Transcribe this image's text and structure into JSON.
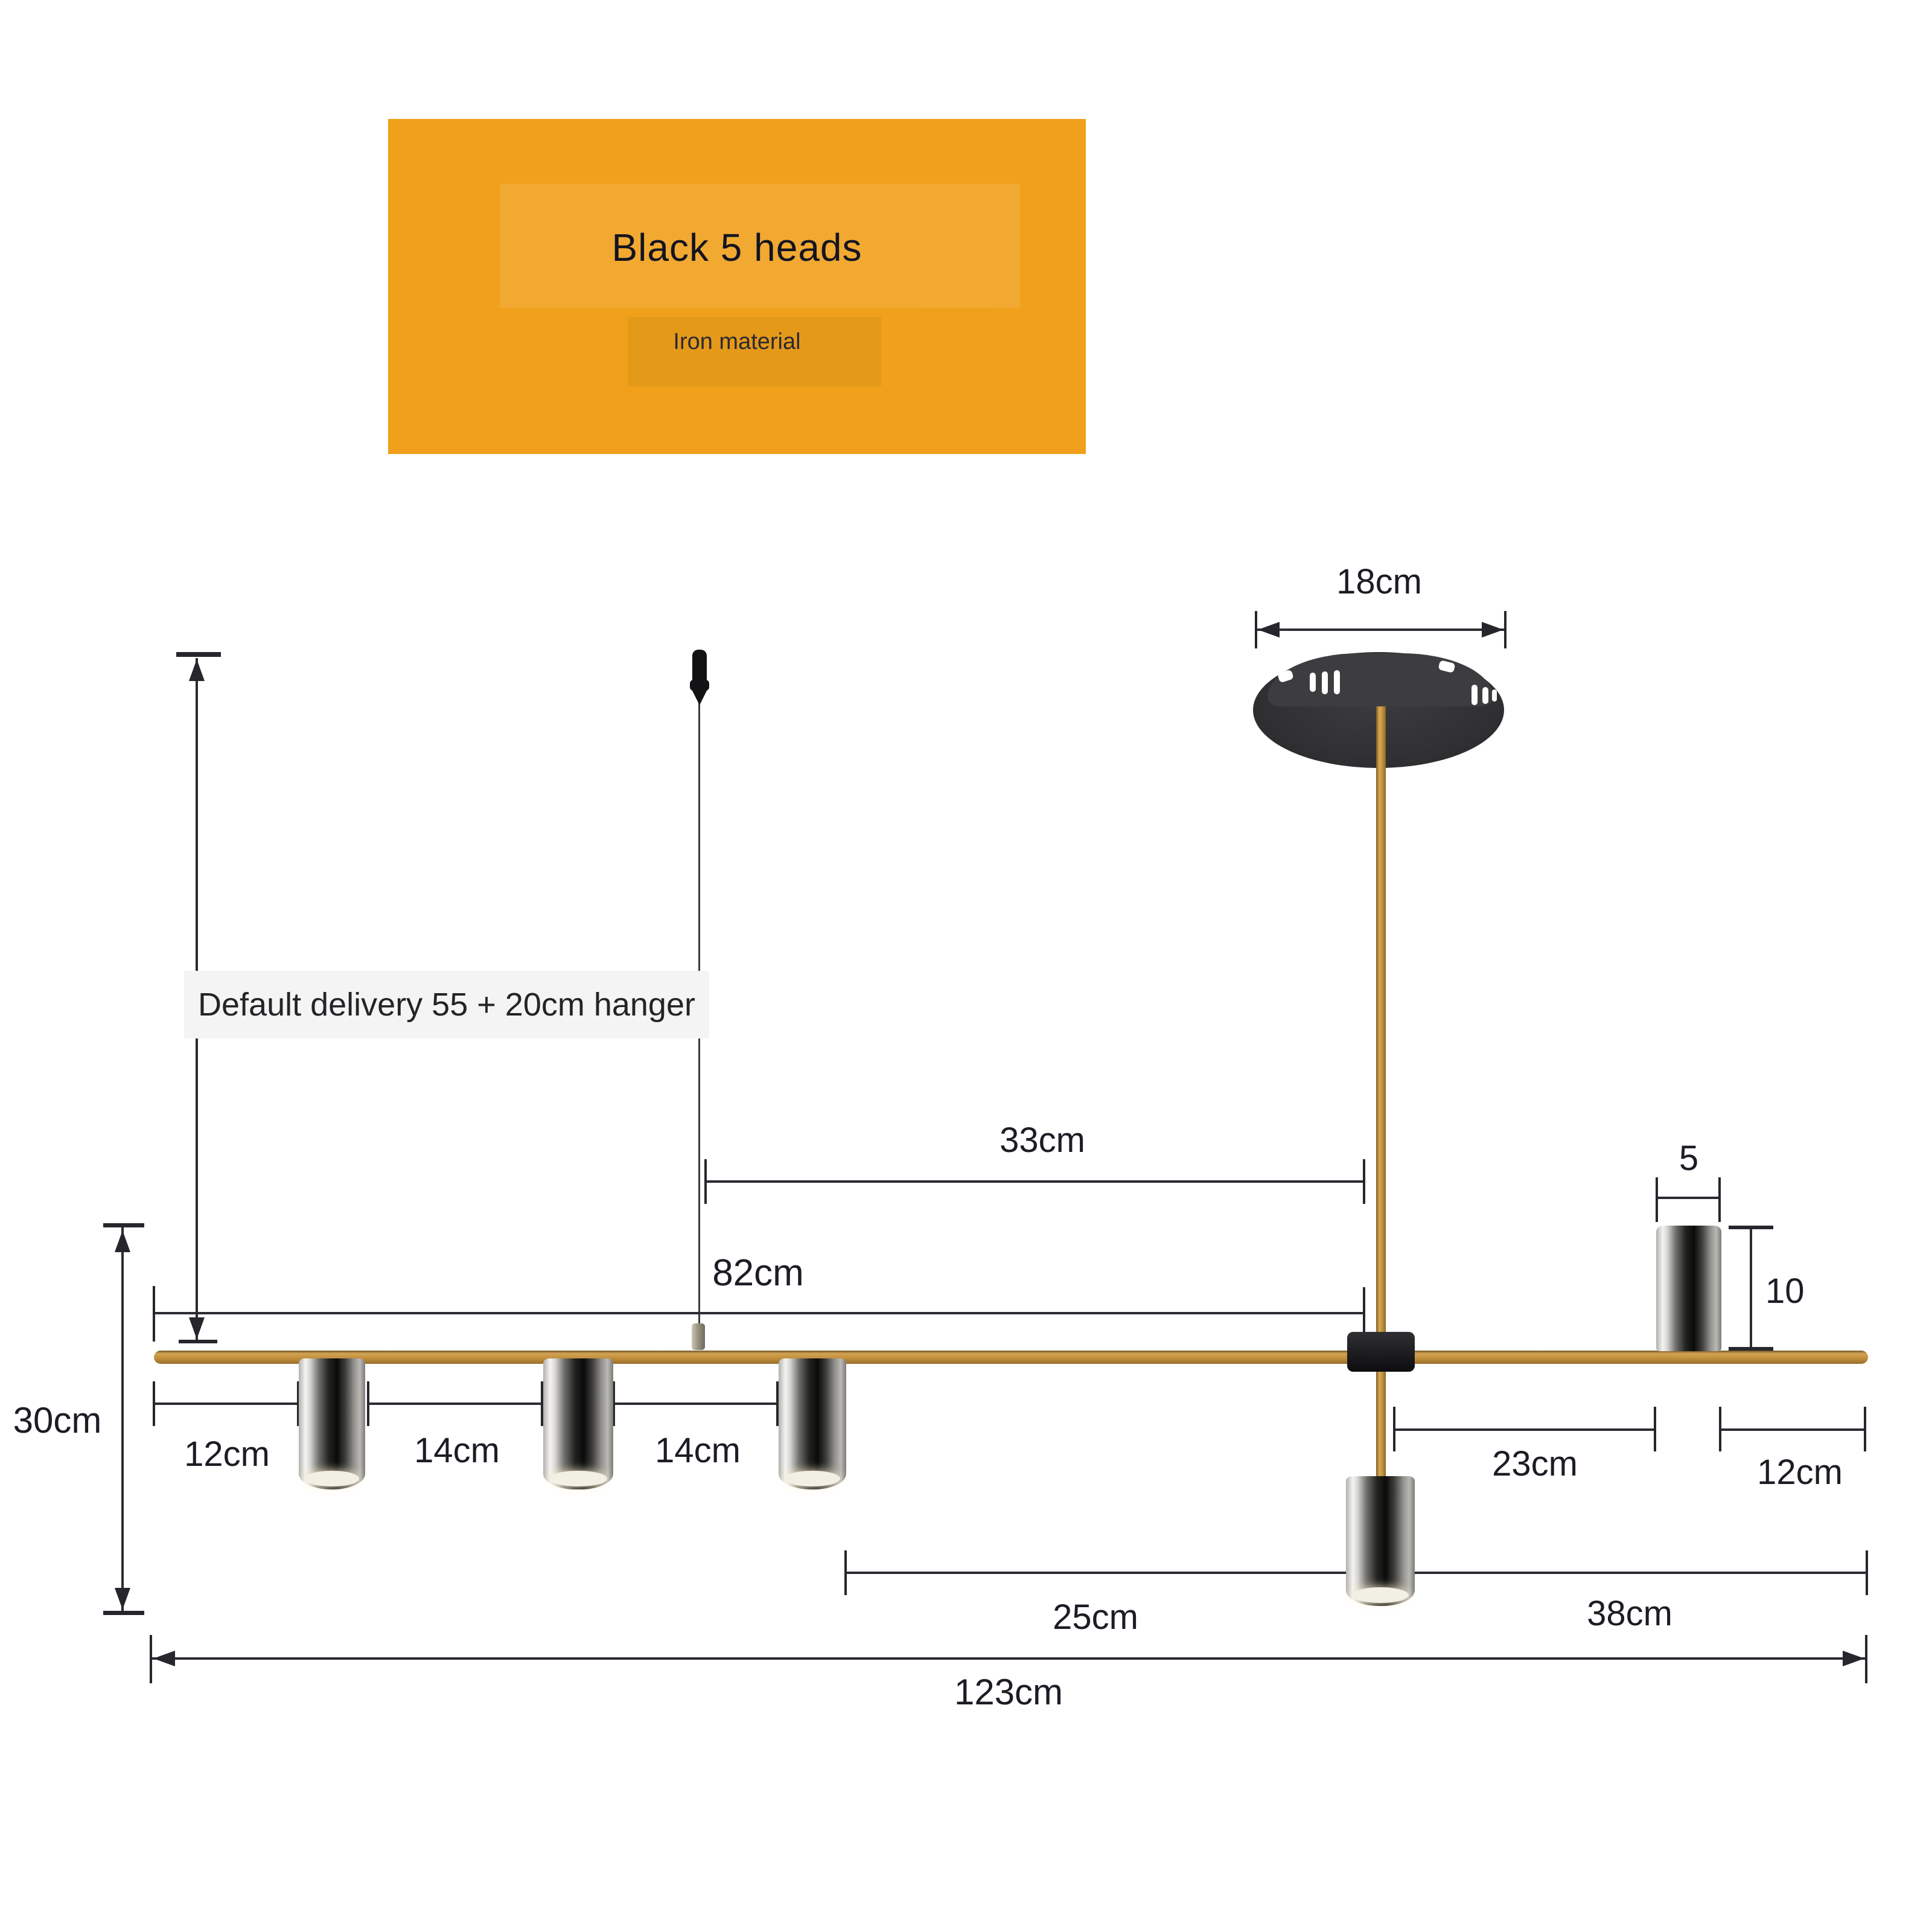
{
  "badge": {
    "title": "Black 5 heads",
    "subtitle": "Iron material",
    "bg_color": "#F0A01B"
  },
  "note": {
    "text": "Default delivery 55 + 20cm hanger"
  },
  "dims": {
    "canopy_width": "18cm",
    "wire_to_rod": "33cm",
    "bar_left_to_rod": "82cm",
    "fixture_height": "30cm",
    "left_end_to_head1": "12cm",
    "head1_to_head2": "14cm",
    "head2_to_head3": "14cm",
    "rod_to_head4": "23cm",
    "head4_to_bar_end": "12cm",
    "head3_to_head5": "25cm",
    "head5_to_bar_end": "38cm",
    "total_length": "123cm",
    "head_diameter": "5",
    "head_height": "10"
  },
  "colors": {
    "badge_orange": "#F0A01B",
    "bar_gold": "#C2913F",
    "canopy_black": "#343436",
    "dim_line": "#2B2B31"
  }
}
